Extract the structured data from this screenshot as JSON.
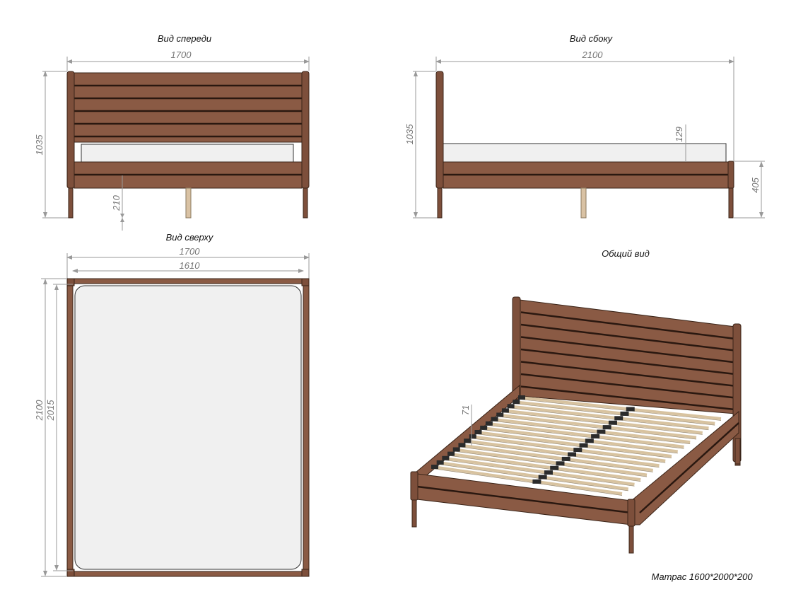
{
  "views": {
    "front": {
      "title": "Вид спереди",
      "width": "1700",
      "height": "1035",
      "clearance": "210"
    },
    "side": {
      "title": "Вид сбоку",
      "length": "2100",
      "height": "1035",
      "mattress_gap": "129",
      "frame_height": "405"
    },
    "top": {
      "title": "Вид сверху",
      "outer_width": "1700",
      "inner_width": "1610",
      "outer_length": "2100",
      "inner_length": "2015"
    },
    "iso": {
      "title": "Общий вид",
      "slat_depth": "71",
      "mattress_note": "Матрас 1600*2000*200"
    }
  },
  "colors": {
    "wood": "#8a5a44",
    "groove": "#2a1810",
    "mattress": "#f0f0f0",
    "dimension": "#999999"
  }
}
